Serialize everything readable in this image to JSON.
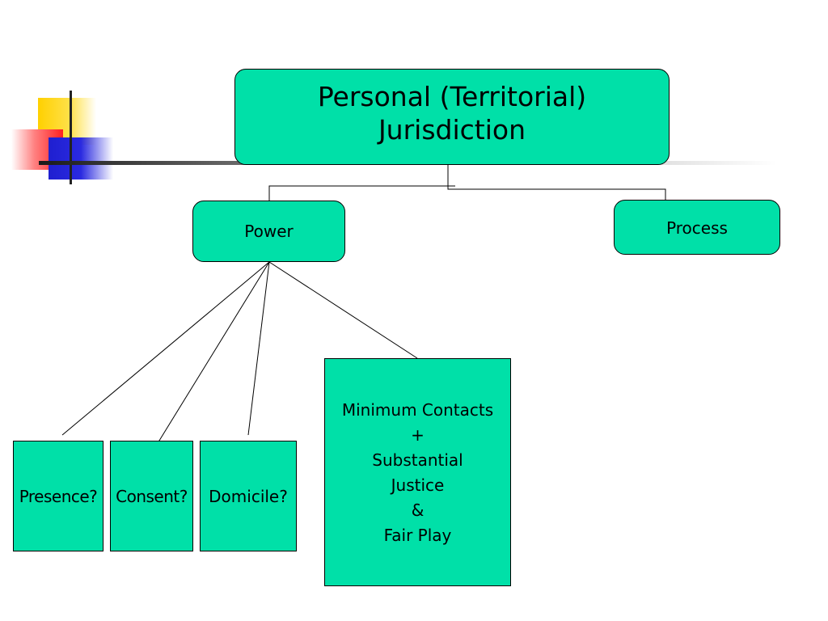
{
  "diagram": {
    "root": {
      "label": "Personal (Territorial)\nJurisdiction"
    },
    "branches": [
      {
        "id": "power",
        "label": "Power"
      },
      {
        "id": "process",
        "label": "Process"
      }
    ],
    "power_children": [
      {
        "id": "presence",
        "label": "Presence?"
      },
      {
        "id": "consent",
        "label": "Consent?"
      },
      {
        "id": "domicile",
        "label": "Domicile?"
      },
      {
        "id": "minimum_contacts",
        "label": "Minimum Contacts\n+\nSubstantial\nJustice \n&\nFair Play"
      }
    ],
    "colors": {
      "node_fill": "#00e0a8",
      "node_border": "#000000",
      "connector": "#000000"
    }
  }
}
